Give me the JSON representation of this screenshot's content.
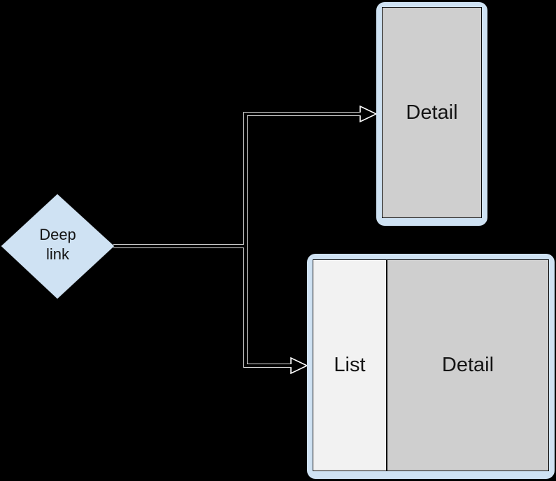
{
  "colors": {
    "background": "#000000",
    "shape_blue": "#cfe2f3",
    "panel_gray": "#cfcfcf",
    "panel_light": "#f2f2f2",
    "edge": "#0d0d0d",
    "connector_outline": "#ffffff",
    "text": "#141414"
  },
  "diamond": {
    "label": "Deep link"
  },
  "detail_box": {
    "label": "Detail"
  },
  "list_detail_box": {
    "list_label": "List",
    "detail_label": "Detail"
  }
}
